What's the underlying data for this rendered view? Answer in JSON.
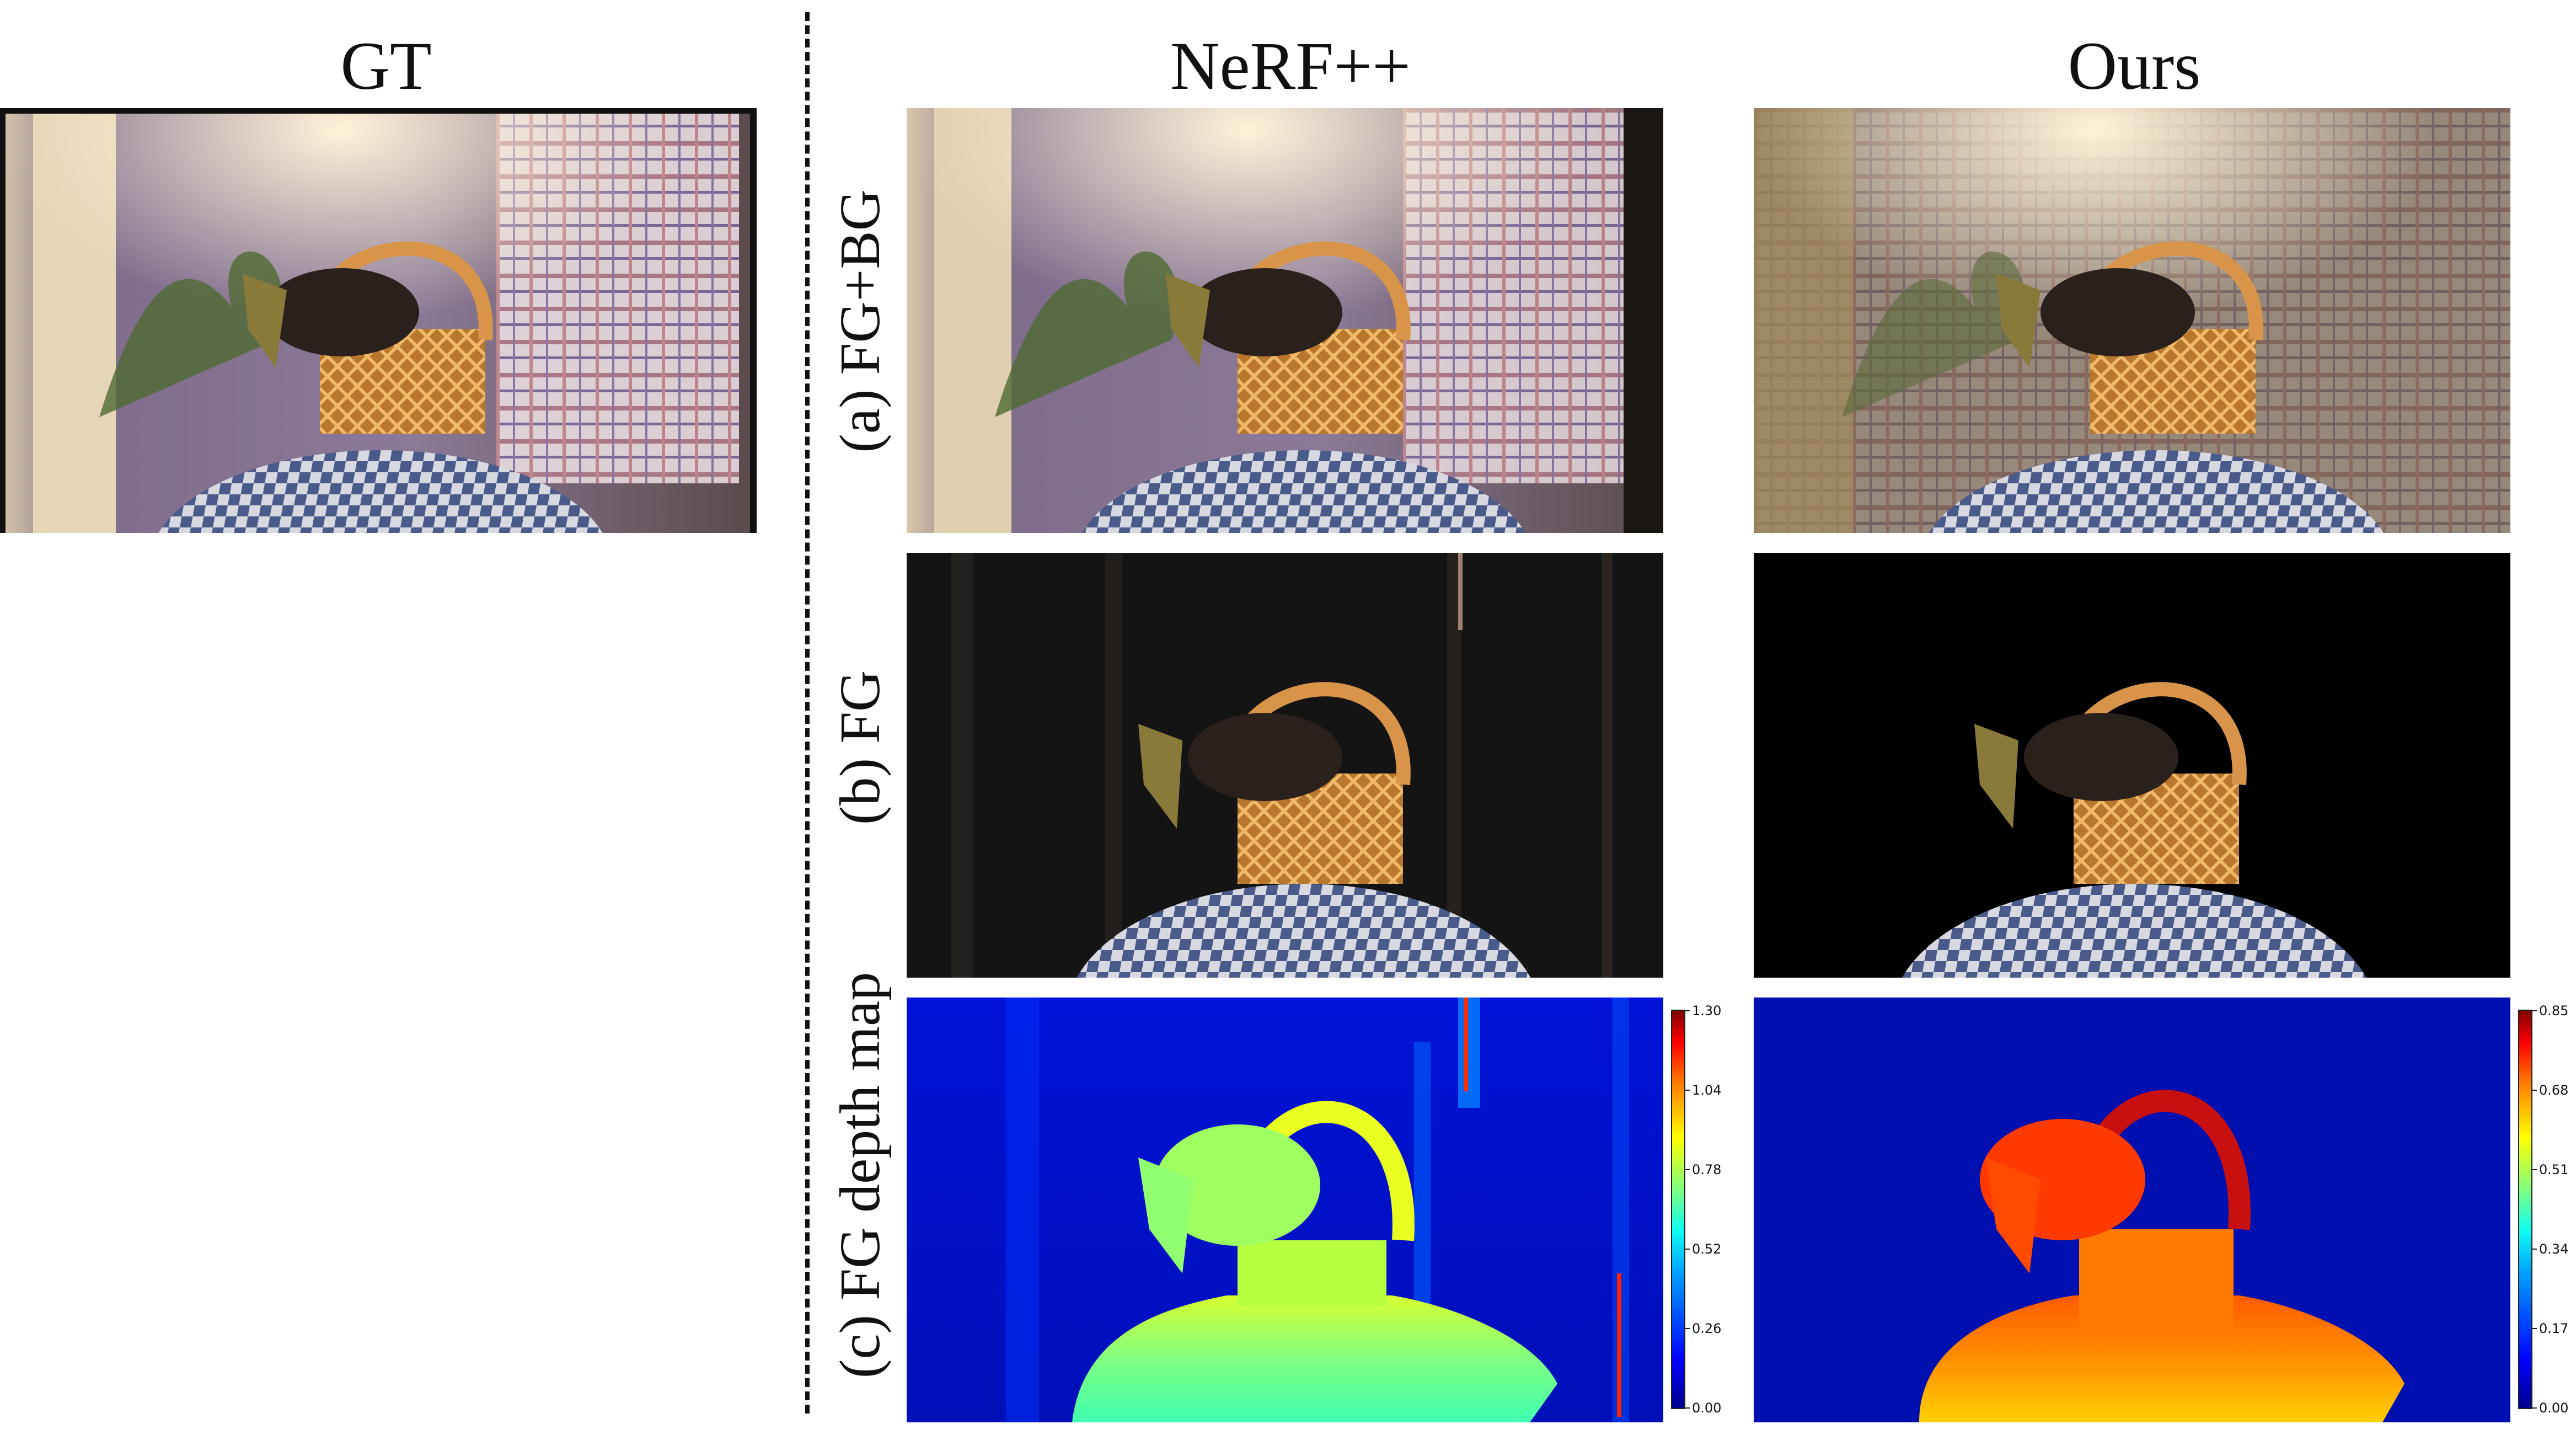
{
  "columns": {
    "gt": "GT",
    "nerf": "NeRF++",
    "ours": "Ours"
  },
  "rows": {
    "a": "(a) FG+BG",
    "b": "(b) FG",
    "c": "(c) FG depth map"
  },
  "colorbars": {
    "nerf": {
      "ticks": [
        "1.30",
        "1.04",
        "0.78",
        "0.52",
        "0.26",
        "0.00"
      ]
    },
    "ours": {
      "ticks": [
        "0.85",
        "0.68",
        "0.51",
        "0.34",
        "0.17",
        "0.00"
      ]
    }
  },
  "colors": {
    "wicker": "#c68a3a",
    "grapes": "#2a201c",
    "cloth_blue": "#4a5a8a",
    "wall": "#8a7a95",
    "depth_low": "#0010c8"
  }
}
